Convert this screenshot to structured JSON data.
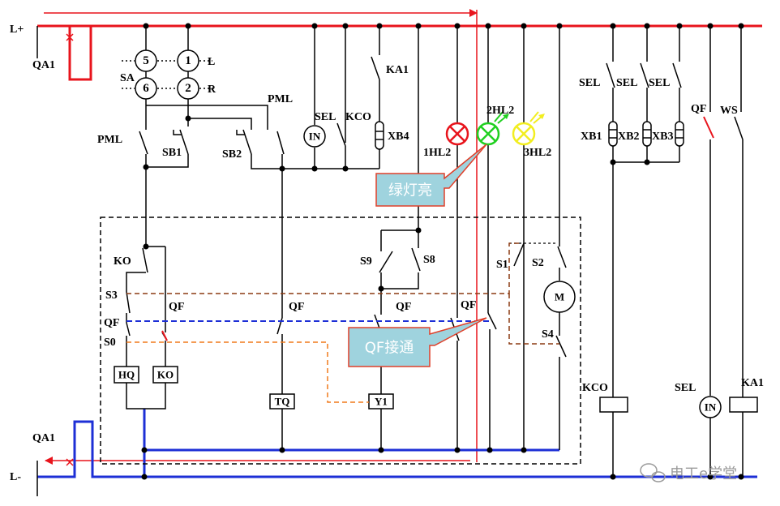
{
  "bus": {
    "positive": "L+",
    "negative": "L-",
    "breaker": "QA1"
  },
  "selector": {
    "name": "SA",
    "contacts": [
      "5",
      "1",
      "6",
      "2"
    ],
    "pos_l": "L",
    "pos_r": "R"
  },
  "labels": {
    "pml": "PML",
    "sb1": "SB1",
    "sb2": "SB2",
    "sel": "SEL",
    "kco": "KCO",
    "ka1": "KA1",
    "xb4": "XB4",
    "hl1": "1HL2",
    "hl2": "2HL2",
    "hl3": "3HL2",
    "ko": "KO",
    "s3": "S3",
    "qf": "QF",
    "s0": "S0",
    "s9": "S9",
    "s8": "S8",
    "s1": "S1",
    "s2": "S2",
    "s4": "S4",
    "xb1": "XB1",
    "xb2": "XB2",
    "xb3": "XB3",
    "ws": "WS",
    "in": "IN"
  },
  "coils": {
    "hq": "HQ",
    "ko": "KO",
    "tq": "TQ",
    "y1": "Y1",
    "kco": "KCO",
    "ka1": "KA1",
    "motor": "M",
    "in": "IN"
  },
  "callouts": {
    "green_light": "绿灯亮",
    "qf_closed": "QF接通"
  },
  "watermark": "电工e学堂",
  "colors": {
    "positive_bus": "#e8141c",
    "negative_bus": "#1d2fd6",
    "callout_fill": "#9fd3de",
    "callout_border": "#e0402a",
    "lamp_red": "#e8141c",
    "lamp_green": "#20d020",
    "lamp_yellow": "#f2ee20",
    "mech_link_brown": "#8b3a12",
    "mech_link_blue": "#1d2fd6",
    "mech_link_orange": "#f07a1c"
  }
}
